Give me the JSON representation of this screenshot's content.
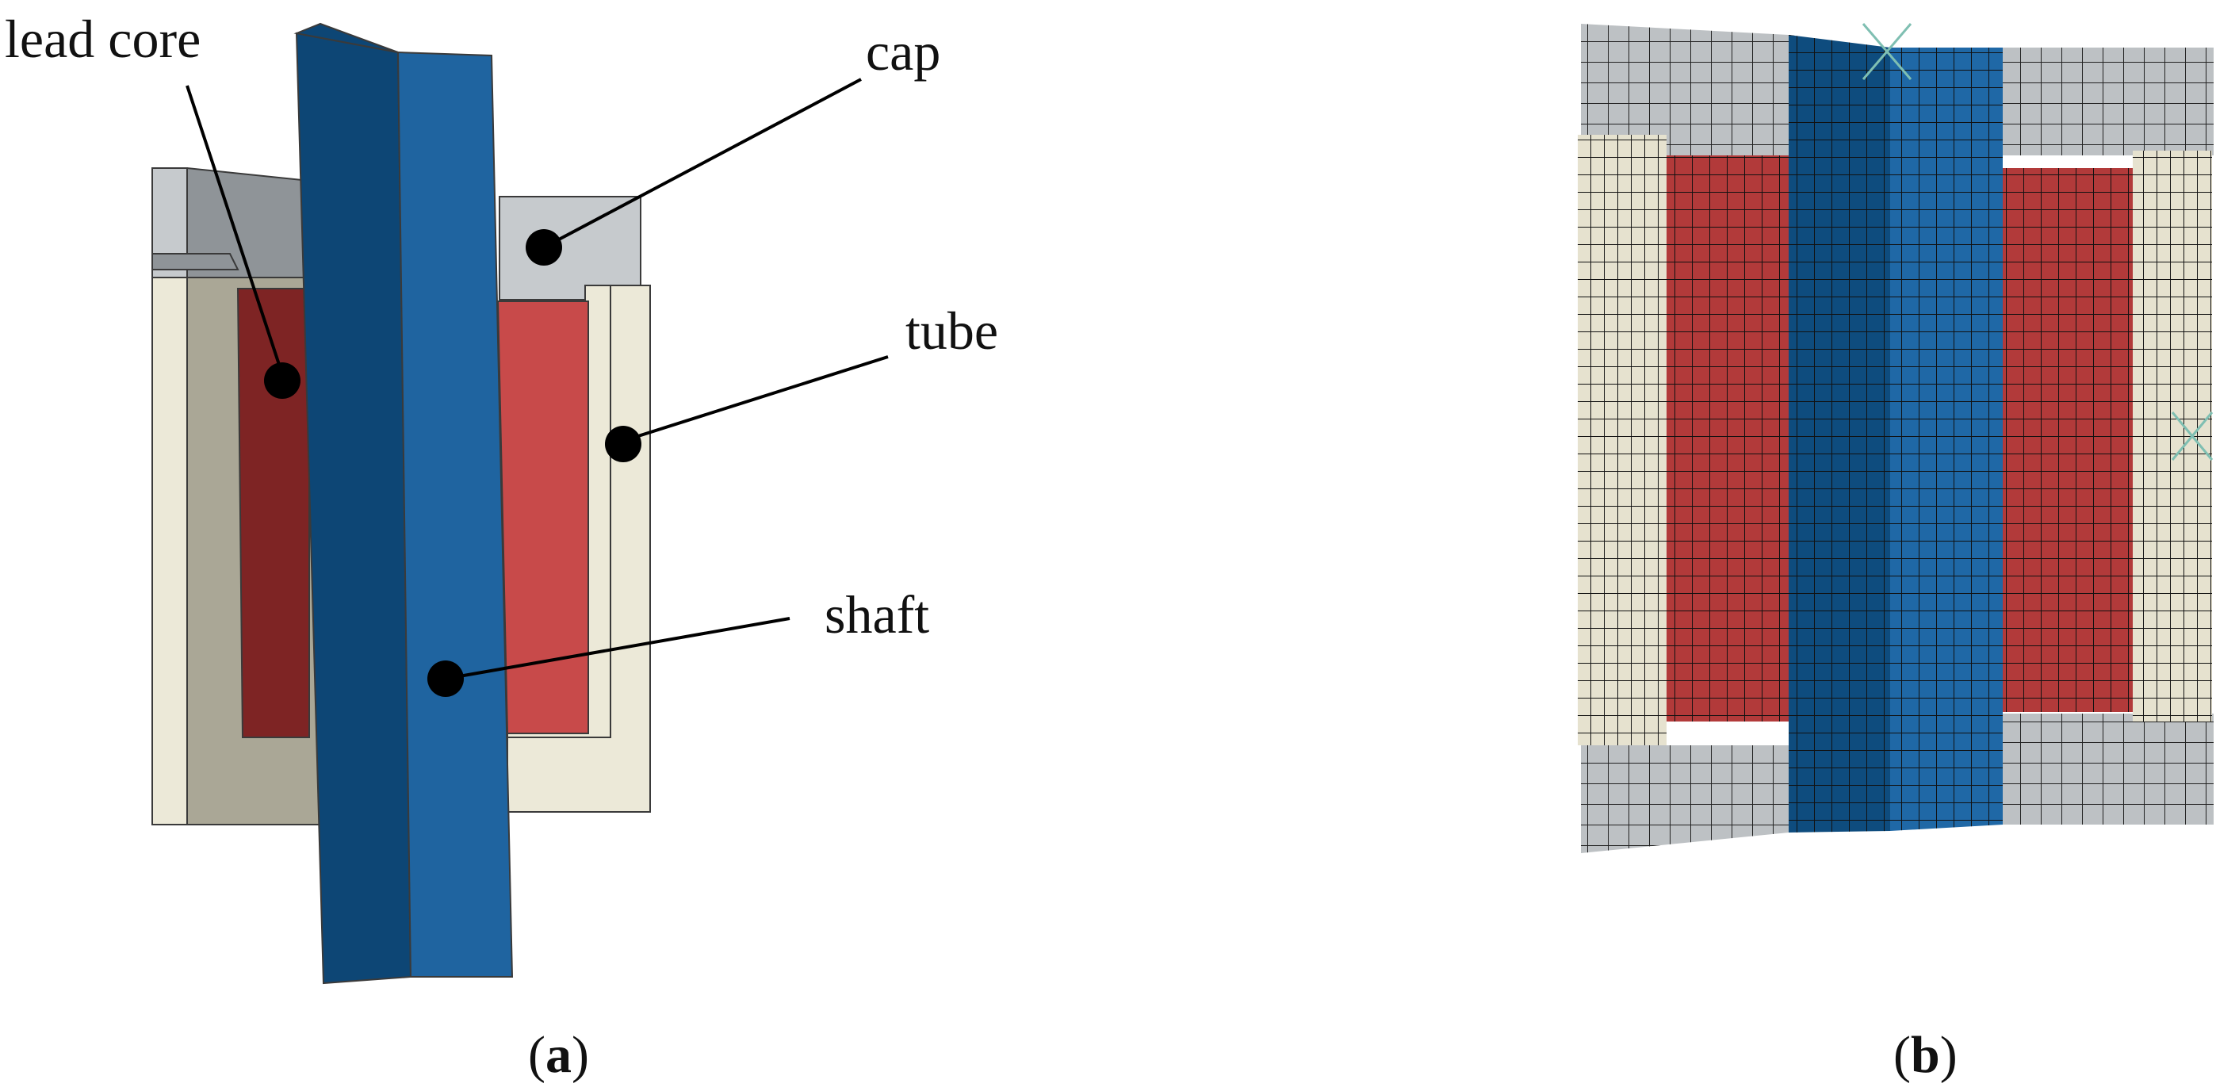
{
  "panel_a": {
    "labels": {
      "lead_core": "lead core",
      "cap": "cap",
      "tube": "tube",
      "shaft": "shaft"
    },
    "caption": {
      "open": "(",
      "letter": "a",
      "close": ")"
    }
  },
  "panel_b": {
    "caption": {
      "open": "(",
      "letter": "b",
      "close": ")"
    }
  },
  "colors": {
    "shaft_dark": "#0d4675",
    "shaft_light": "#1f64a0",
    "lead_core_dark": "#7e2424",
    "lead_core_light": "#c84a4a",
    "tube_dark": "#a8a596",
    "tube_light": "#ece9d8",
    "cap_dark": "#8f9498",
    "cap_light": "#c6cacd",
    "mesh_line": "#111111",
    "mesh_cap": "#bdc1c4",
    "mesh_tube": "#e6e2cf",
    "mesh_core": "#b23a3a",
    "mesh_shaft_left": "#0e4c7e",
    "mesh_shaft_right": "#1f68a6"
  }
}
